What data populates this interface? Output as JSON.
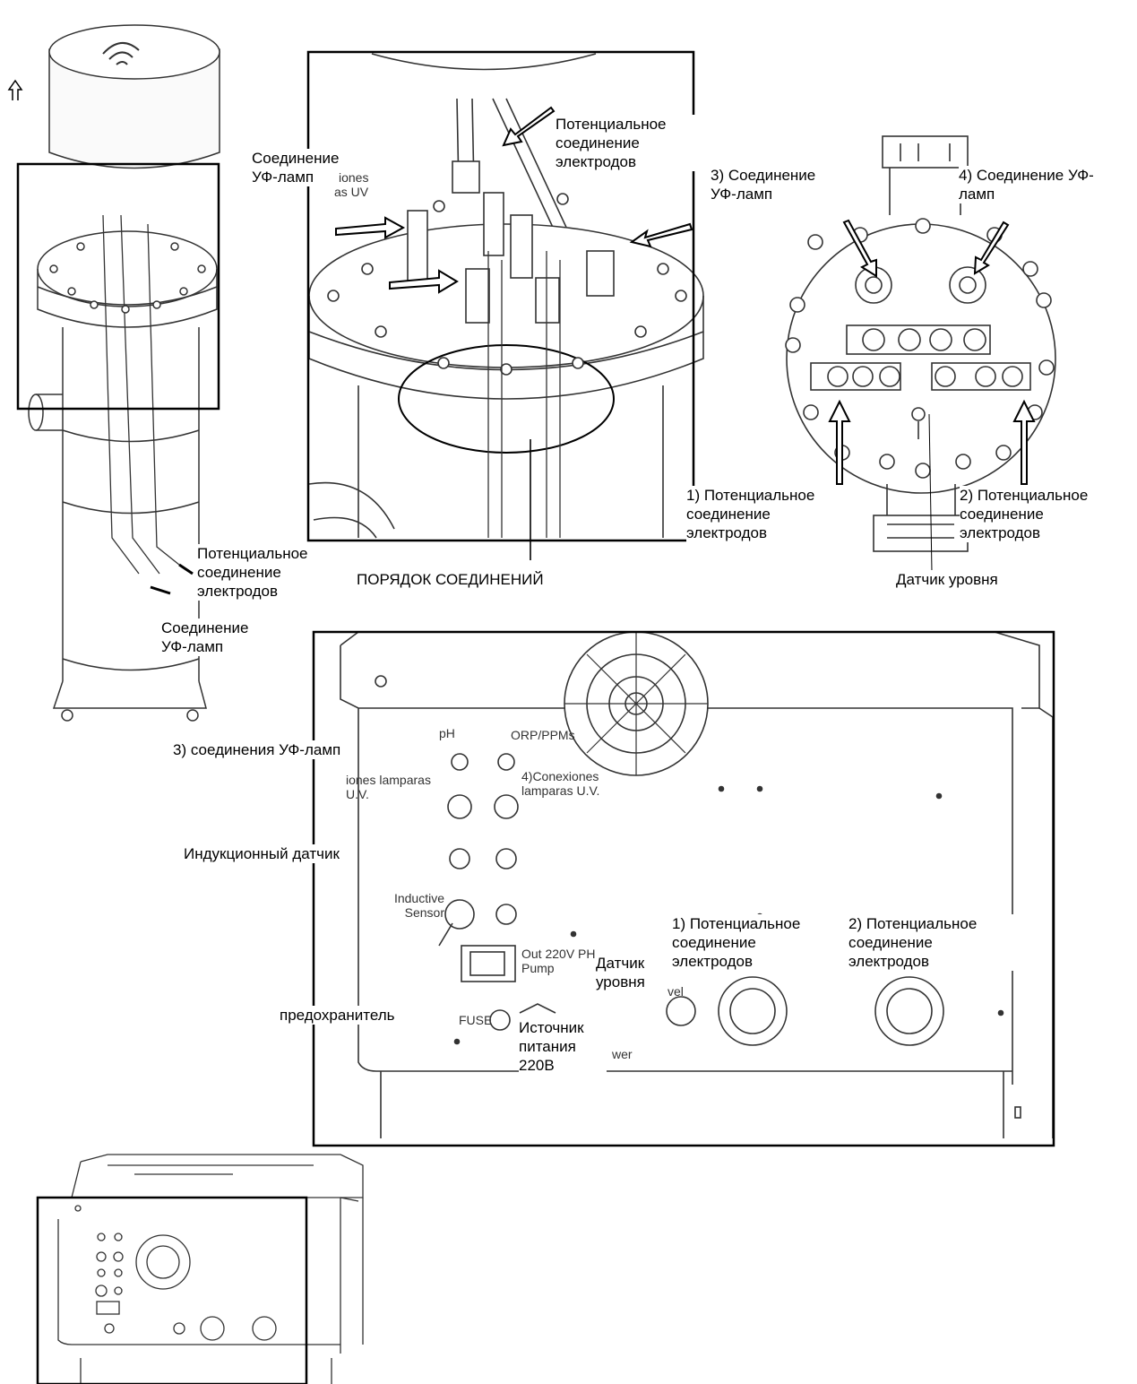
{
  "labels": {
    "top_left_uv": "Соединение УФ-ламп",
    "center_electrode": "Потенциальное соединение электродов",
    "center_order": "ПОРЯДОК СОЕДИНЕНИЙ",
    "center_frag_1": "iones",
    "center_frag_2": "as UV",
    "right_uv3": "3) Соединение УФ-ламп",
    "right_uv4": "4) Соединение УФ-ламп",
    "right_elec1": "1) Потенциальное соединение электродов",
    "right_elec2": "2) Потенциальное соединение электродов",
    "right_level": "Датчик уровня",
    "left_electrode": "Потенциальное соединение электродов",
    "left_uv": "Соединение УФ-ламп",
    "panel_uv3": "3) соединения УФ-ламп",
    "panel_induction": "Индукционный датчик",
    "panel_fuse_ru": "предохранитель",
    "panel_power": "Источник питания 220В",
    "panel_level": "Датчик уровня",
    "panel_elec1": "1) Потенциальное соединение электродов",
    "panel_elec2": "2) Потенциальное соединение электродов",
    "panel_ph": "pH",
    "panel_orp": "ORP/PPMs",
    "panel_conexiones3": "iones lamparas U.V.",
    "panel_conexiones4": "4)Conexiones lamparas U.V.",
    "panel_inductive": "Inductive Sensor",
    "panel_out": "Out 220V PH Pump",
    "panel_fuse": "FUSE",
    "panel_level_frag": "vel",
    "panel_power_frag": "wer"
  }
}
